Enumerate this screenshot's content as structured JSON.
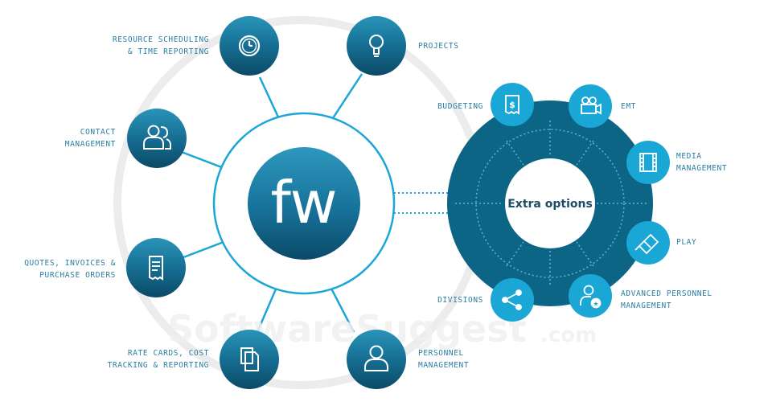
{
  "center": {
    "label": "fw"
  },
  "extra": {
    "label": "Extra options"
  },
  "watermark": {
    "main": "SoftwareSuggest",
    "suffix": ".com"
  },
  "colors": {
    "accent": "#1aa7d6",
    "dark_ring": "#0d6585",
    "node_top": "#2a93b9",
    "node_bottom": "#0b4a67",
    "label": "#2a7ea2"
  },
  "core_nodes": [
    {
      "id": "resource",
      "icon": "clock-icon",
      "lines": [
        "RESOURCE SCHEDULING",
        "& TIME REPORTING"
      ]
    },
    {
      "id": "projects",
      "icon": "lightbulb-icon",
      "lines": [
        "PROJECTS"
      ]
    },
    {
      "id": "contact",
      "icon": "contacts-icon",
      "lines": [
        "CONTACT",
        "MANAGEMENT"
      ]
    },
    {
      "id": "quotes",
      "icon": "receipt-icon",
      "lines": [
        "QUOTES, INVOICES &",
        "PURCHASE ORDERS"
      ]
    },
    {
      "id": "ratecards",
      "icon": "documents-icon",
      "lines": [
        "RATE CARDS, COST",
        "TRACKING & REPORTING"
      ]
    },
    {
      "id": "personnel",
      "icon": "person-icon",
      "lines": [
        "PERSONNEL",
        "MANAGEMENT"
      ]
    }
  ],
  "extra_nodes": [
    {
      "id": "budgeting",
      "icon": "budget-receipt-icon",
      "lines": [
        "BUDGETING"
      ]
    },
    {
      "id": "emt",
      "icon": "video-camera-icon",
      "lines": [
        "EMT"
      ]
    },
    {
      "id": "media",
      "icon": "film-strip-icon",
      "lines": [
        "MEDIA",
        "MANAGEMENT"
      ]
    },
    {
      "id": "play",
      "icon": "play-ticket-icon",
      "lines": [
        "PLAY"
      ]
    },
    {
      "id": "advanced",
      "icon": "user-star-icon",
      "lines": [
        "ADVANCED PERSONNEL",
        "MANAGEMENT"
      ]
    },
    {
      "id": "divisions",
      "icon": "share-icon",
      "lines": [
        "DIVISIONS"
      ]
    }
  ]
}
